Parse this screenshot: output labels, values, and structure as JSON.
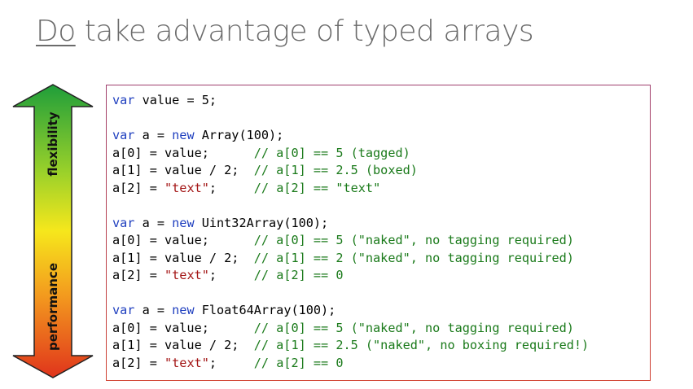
{
  "slide": {
    "title_underlined": "Do",
    "title_rest": " take advantage of typed arrays",
    "arrow": {
      "top_label": "flexibility",
      "bottom_label": "performance",
      "colors": [
        "#1f9e3a",
        "#9bd12a",
        "#f6e71c",
        "#f39a1e",
        "#e0341c"
      ]
    },
    "code_lines": [
      [
        {
          "t": "kw",
          "v": "var"
        },
        {
          "t": "plain",
          "v": " value = 5;"
        }
      ],
      [],
      [
        {
          "t": "kw",
          "v": "var"
        },
        {
          "t": "plain",
          "v": " a = "
        },
        {
          "t": "kw",
          "v": "new"
        },
        {
          "t": "plain",
          "v": " Array(100);"
        }
      ],
      [
        {
          "t": "plain",
          "v": "a[0] = value;      "
        },
        {
          "t": "cm",
          "v": "// a[0] == 5 (tagged)"
        }
      ],
      [
        {
          "t": "plain",
          "v": "a[1] = value / 2;  "
        },
        {
          "t": "cm",
          "v": "// a[1] == 2.5 (boxed)"
        }
      ],
      [
        {
          "t": "plain",
          "v": "a[2] = "
        },
        {
          "t": "str",
          "v": "\"text\""
        },
        {
          "t": "plain",
          "v": ";     "
        },
        {
          "t": "cm",
          "v": "// a[2] == \"text\""
        }
      ],
      [],
      [
        {
          "t": "kw",
          "v": "var"
        },
        {
          "t": "plain",
          "v": " a = "
        },
        {
          "t": "kw",
          "v": "new"
        },
        {
          "t": "plain",
          "v": " Uint32Array(100);"
        }
      ],
      [
        {
          "t": "plain",
          "v": "a[0] = value;      "
        },
        {
          "t": "cm",
          "v": "// a[0] == 5 (\"naked\", no tagging required)"
        }
      ],
      [
        {
          "t": "plain",
          "v": "a[1] = value / 2;  "
        },
        {
          "t": "cm",
          "v": "// a[1] == 2 (\"naked\", no tagging required)"
        }
      ],
      [
        {
          "t": "plain",
          "v": "a[2] = "
        },
        {
          "t": "str",
          "v": "\"text\""
        },
        {
          "t": "plain",
          "v": ";     "
        },
        {
          "t": "cm",
          "v": "// a[2] == 0"
        }
      ],
      [],
      [
        {
          "t": "kw",
          "v": "var"
        },
        {
          "t": "plain",
          "v": " a = "
        },
        {
          "t": "kw",
          "v": "new"
        },
        {
          "t": "plain",
          "v": " Float64Array(100);"
        }
      ],
      [
        {
          "t": "plain",
          "v": "a[0] = value;      "
        },
        {
          "t": "cm",
          "v": "// a[0] == 5 (\"naked\", no tagging required)"
        }
      ],
      [
        {
          "t": "plain",
          "v": "a[1] = value / 2;  "
        },
        {
          "t": "cm",
          "v": "// a[1] == 2.5 (\"naked\", no boxing required!)"
        }
      ],
      [
        {
          "t": "plain",
          "v": "a[2] = "
        },
        {
          "t": "str",
          "v": "\"text\""
        },
        {
          "t": "plain",
          "v": ";     "
        },
        {
          "t": "cm",
          "v": "// a[2] == 0"
        }
      ]
    ]
  }
}
